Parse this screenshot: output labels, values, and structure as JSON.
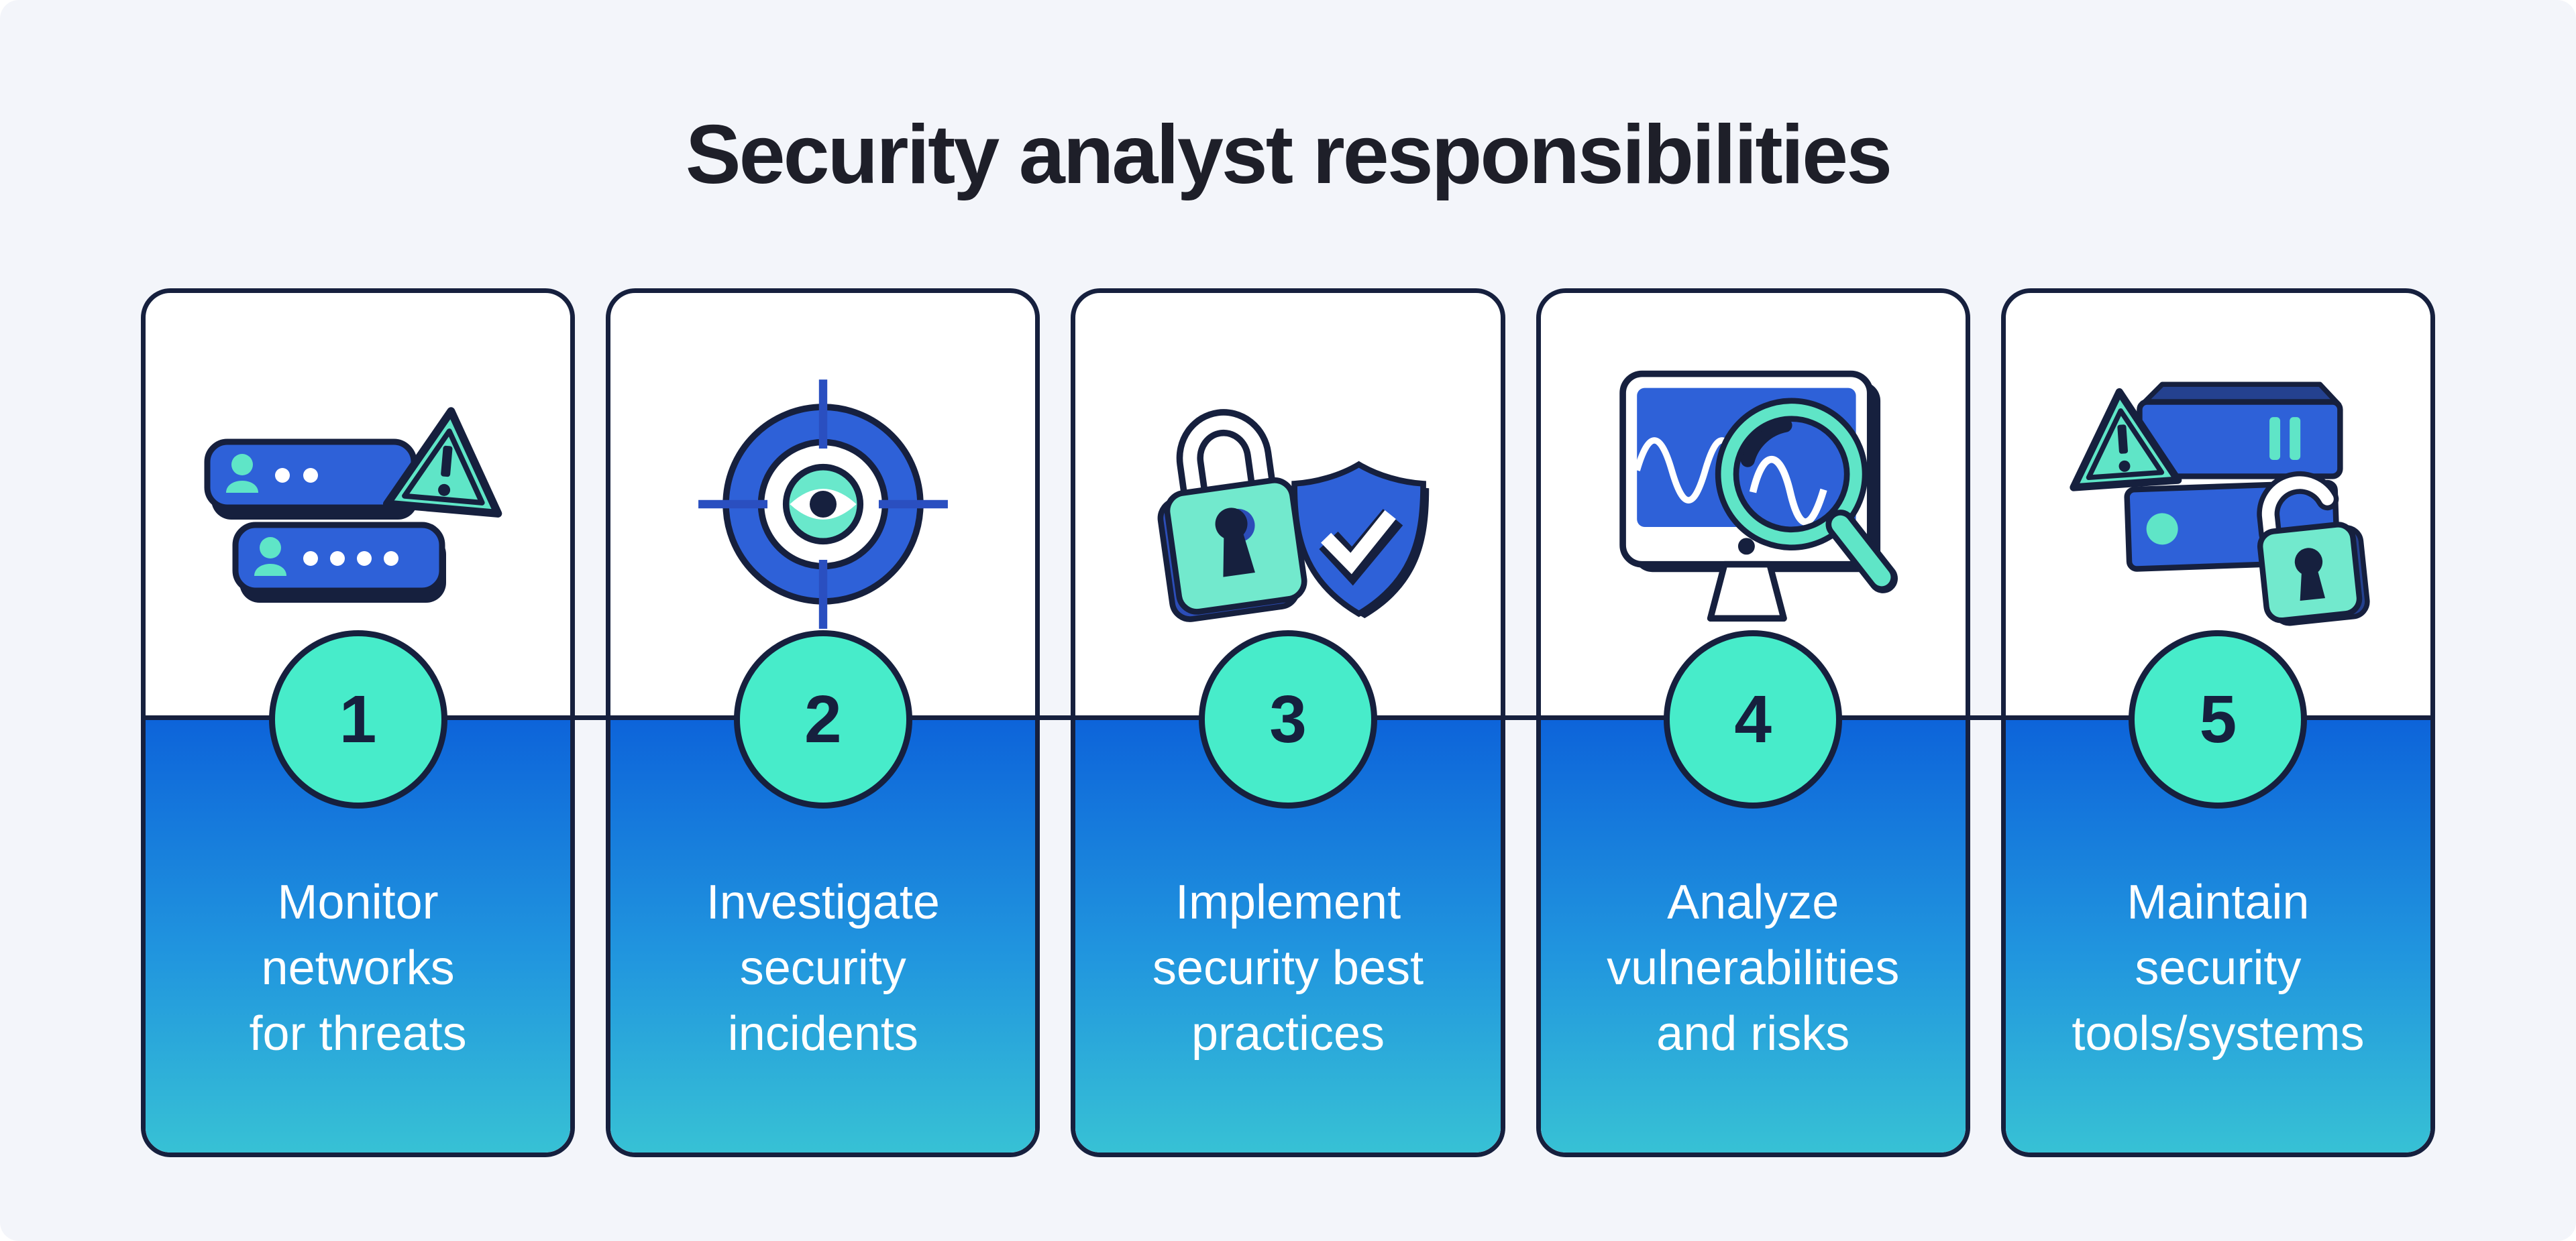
{
  "title": "Security analyst responsibilities",
  "cards": [
    {
      "number": "1",
      "icon": "credentials-alert-icon",
      "lines": [
        "Monitor",
        "networks",
        "for threats"
      ]
    },
    {
      "number": "2",
      "icon": "target-eye-icon",
      "lines": [
        "Investigate",
        "security",
        "incidents"
      ]
    },
    {
      "number": "3",
      "icon": "lock-shield-icon",
      "lines": [
        "Implement",
        "security best",
        "practices"
      ]
    },
    {
      "number": "4",
      "icon": "monitor-magnifier-icon",
      "lines": [
        "Analyze",
        "vulnerabilities",
        "and risks"
      ]
    },
    {
      "number": "5",
      "icon": "server-lock-alert-icon",
      "lines": [
        "Maintain",
        "security",
        "tools/systems"
      ]
    }
  ],
  "colors": {
    "background": "#f3f5fa",
    "card_white": "#ffffff",
    "outline_navy": "#16203e",
    "gradient_top": "#0d64da",
    "gradient_bottom": "#37c1d5",
    "badge_teal": "#47ecca",
    "icon_blue": "#2e61d8",
    "icon_blue_dark": "#24418f",
    "icon_teal": "#5fe5c7",
    "title_text": "#1e1f29",
    "panel_text": "#ffffff"
  }
}
